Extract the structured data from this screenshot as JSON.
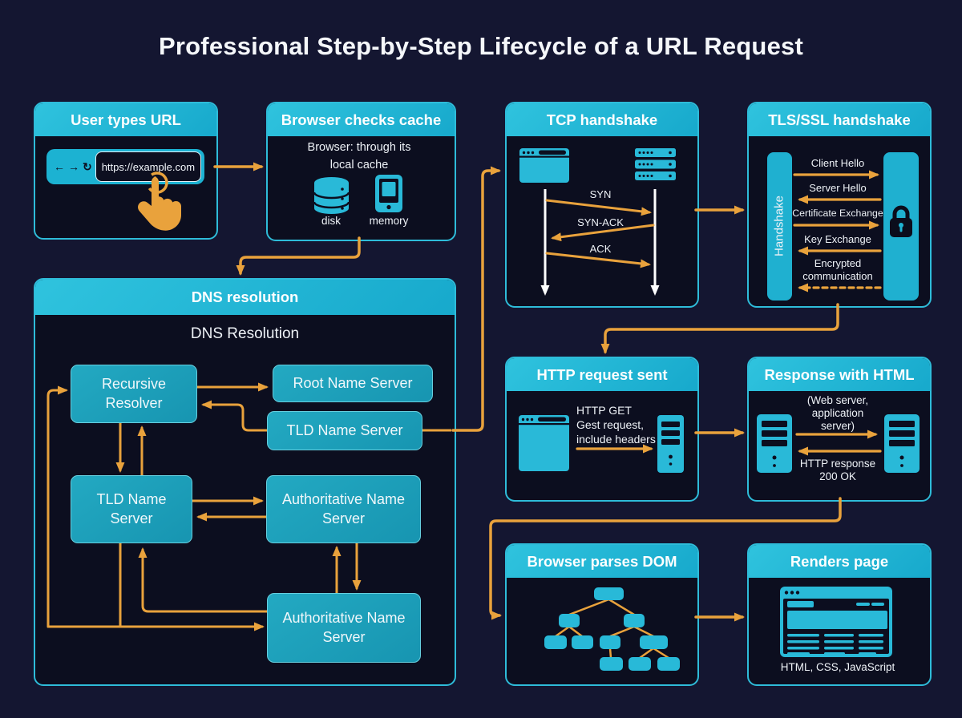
{
  "title": "Professional Step-by-Step Lifecycle of a URL Request",
  "icons": {
    "back": "←",
    "forward": "→",
    "refresh": "↻"
  },
  "colors": {
    "accent_orange": "#E9A23C",
    "header_cyan": "#1CB2D2",
    "node_teal": "#1B9EB9",
    "panel_border": "#2EBCD9",
    "page_bg": "#141631",
    "panel_bg": "#0C0E1F"
  },
  "panels": {
    "user": {
      "title": "User types URL",
      "url": "https://example.com"
    },
    "cache": {
      "title": "Browser checks cache",
      "line1": "Browser: through its",
      "line2": "local cache",
      "disk": "disk",
      "memory": "memory"
    },
    "tcp": {
      "title": "TCP handshake",
      "msg1": "SYN",
      "msg2": "SYN-ACK",
      "msg3": "ACK"
    },
    "tls": {
      "title": "TLS/SSL handshake",
      "side": "Handshake",
      "s1": "Client Hello",
      "s2": "Server Hello",
      "s3": "Certificate Exchange",
      "s4": "Key Exchange",
      "s5a": "Encrypted",
      "s5b": "communication"
    },
    "dns": {
      "title": "DNS resolution",
      "subtitle": "DNS Resolution",
      "recursive": "Recursive Resolver",
      "root": "Root Name Server",
      "tld_right": "TLD Name Server",
      "tld_left": "TLD Name Server",
      "auth_top": "Authoritative Name Server",
      "auth_bottom": "Authoritative Name Server"
    },
    "http": {
      "title": "HTTP request sent",
      "l1": "HTTP GET",
      "l2": "Gest request,",
      "l3": "include headers"
    },
    "resp": {
      "title": "Response with HTML",
      "n1": "(Web server,",
      "n2": "application",
      "n3": "server)",
      "r1": "HTTP response",
      "r2": "200 OK"
    },
    "dom": {
      "title": "Browser parses DOM"
    },
    "render": {
      "title": "Renders page",
      "caption": "HTML, CSS, JavaScript"
    }
  }
}
